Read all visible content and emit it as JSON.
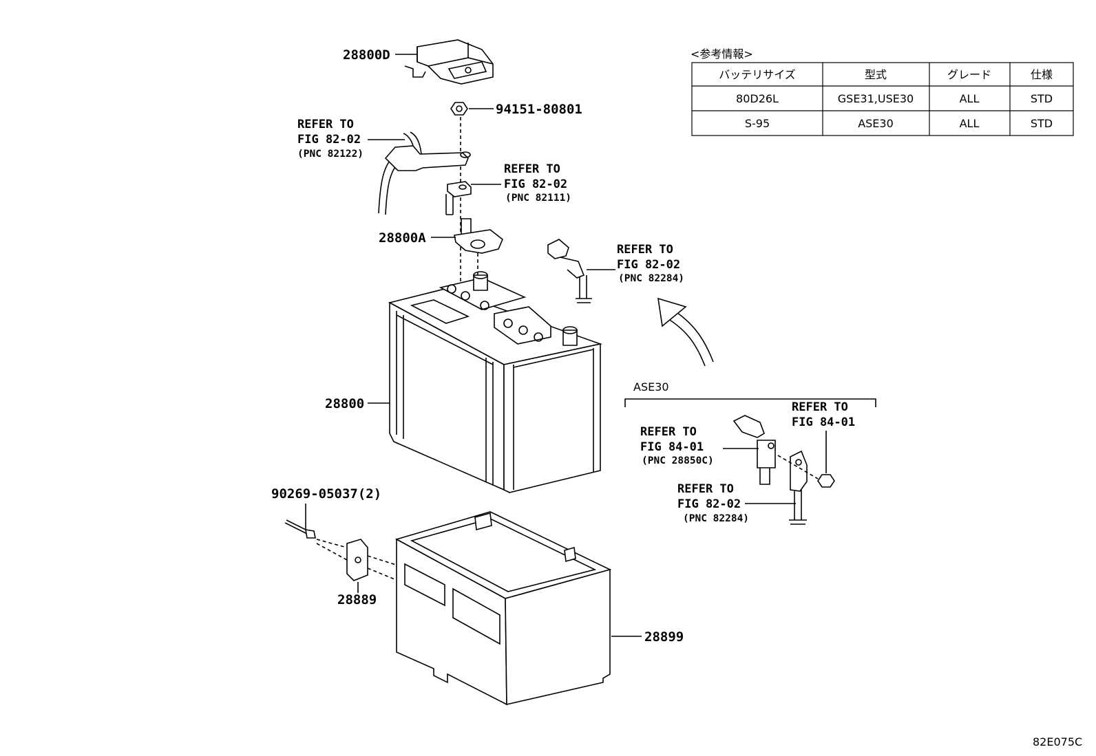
{
  "parts": {
    "p28800d": "28800D",
    "p94151": "94151-80801",
    "p28800a": "28800A",
    "p28800": "28800",
    "p90269": "90269-05037(2)",
    "p28889": "28889",
    "p28899": "28899"
  },
  "refs": {
    "cable_top": {
      "l1": "REFER TO",
      "l2": "FIG 82-02",
      "l3": "(PNC 82122)"
    },
    "terminal": {
      "l1": "REFER TO",
      "l2": "FIG 82-02",
      "l3": "(PNC 82111)"
    },
    "neg_cable": {
      "l1": "REFER TO",
      "l2": "FIG 82-02",
      "l3": "(PNC 82284)"
    },
    "ase_sensor": {
      "l1": "REFER TO",
      "l2": "FIG 84-01",
      "l3": "(PNC 28850C)"
    },
    "ase_nut": {
      "l1": "REFER TO",
      "l2": "FIG 84-01"
    },
    "ase_cable": {
      "l1": "REFER TO",
      "l2": "FIG 82-02",
      "l3": "(PNC 82284)"
    }
  },
  "variant_label": "ASE30",
  "info_table": {
    "caption": "<参考情報>",
    "headers": [
      "バッテリサイズ",
      "型式",
      "グレード",
      "仕様"
    ],
    "rows": [
      [
        "80D26L",
        "GSE31,USE30",
        "ALL",
        "STD"
      ],
      [
        "S-95",
        "ASE30",
        "ALL",
        "STD"
      ]
    ]
  },
  "figure_id": "82E075C"
}
